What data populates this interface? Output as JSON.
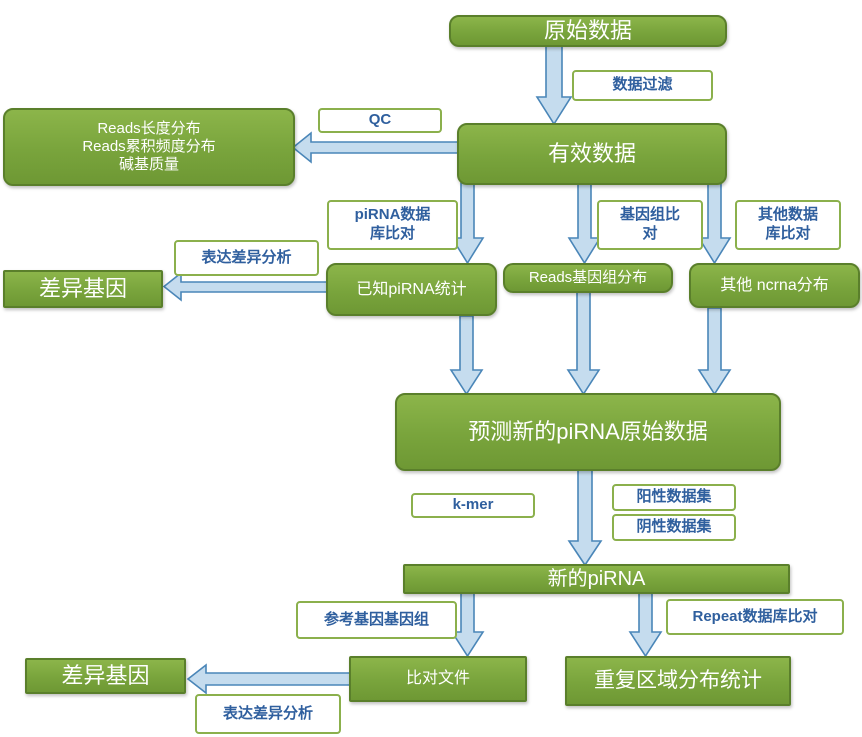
{
  "nodes": {
    "raw_data": "原始数据",
    "valid_data": "有效数据",
    "qc_results": [
      "Reads长度分布",
      "Reads累积频度分布",
      "碱基质量"
    ],
    "known_pirna": "已知piRNA统计",
    "reads_genome": "Reads基因组分布",
    "other_ncrna": "其他 ncrna分布",
    "diff_genes_top": "差异基因",
    "predict_new": "预测新的piRNA原始数据",
    "new_pirna": "新的piRNA",
    "alignment_file": "比对文件",
    "repeat_stats": "重复区域分布统计",
    "diff_genes_bottom": "差异基因"
  },
  "labels": {
    "data_filter": "数据过滤",
    "qc": "QC",
    "pirna_db_align": [
      "piRNA数据",
      "库比对"
    ],
    "genome_align": [
      "基因组比",
      "对"
    ],
    "other_db_align": [
      "其他数据",
      "库比对"
    ],
    "expr_diff_top": "表达差异分析",
    "kmer": "k-mer",
    "positive_set": "阳性数据集",
    "negative_set": "阴性数据集",
    "ref_genome": "参考基因基因组",
    "repeat_db_align": "Repeat数据库比对",
    "expr_diff_bottom": "表达差异分析"
  },
  "colors": {
    "node_fill": "#79a43c",
    "node_border": "#5a7f2b",
    "label_text": "#2f5f9e",
    "label_border": "#8bb04c",
    "arrow_fill": "#c5dcee",
    "arrow_stroke": "#4a86b8"
  }
}
